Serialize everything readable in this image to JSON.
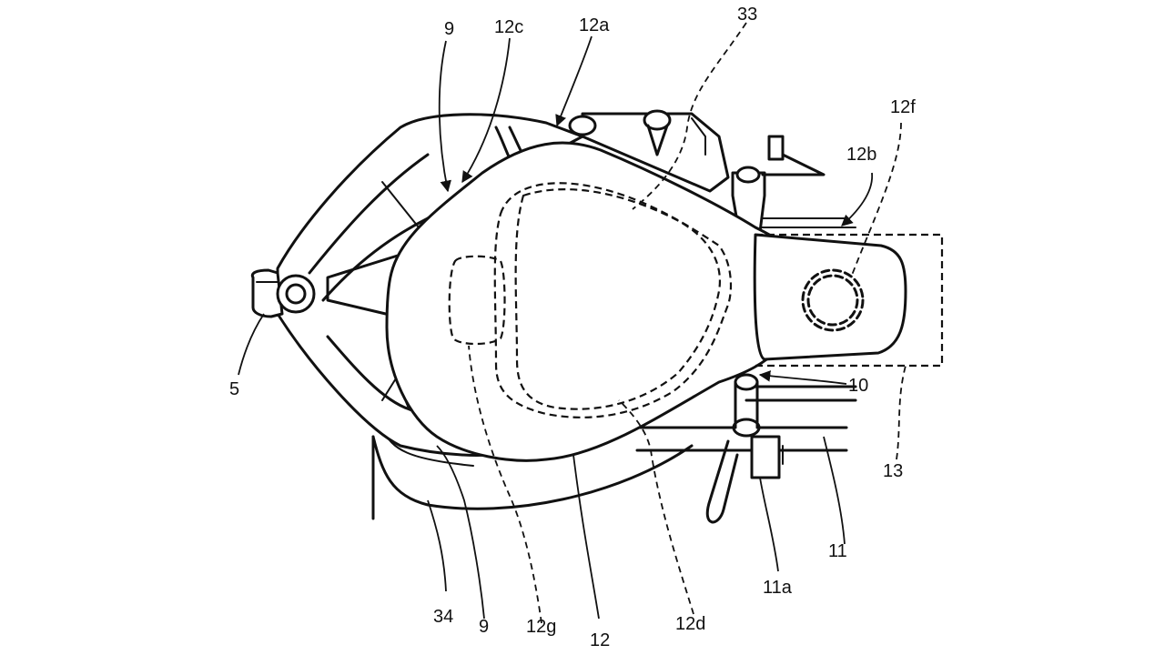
{
  "figure": {
    "labels": {
      "l5": "5",
      "l9_top": "9",
      "l9_bottom": "9",
      "l10": "10",
      "l11": "11",
      "l11a": "11a",
      "l12": "12",
      "l12a": "12a",
      "l12b": "12b",
      "l12c": "12c",
      "l12d": "12d",
      "l12f": "12f",
      "l12g": "12g",
      "l13": "13",
      "l33": "33",
      "l34": "34"
    }
  }
}
